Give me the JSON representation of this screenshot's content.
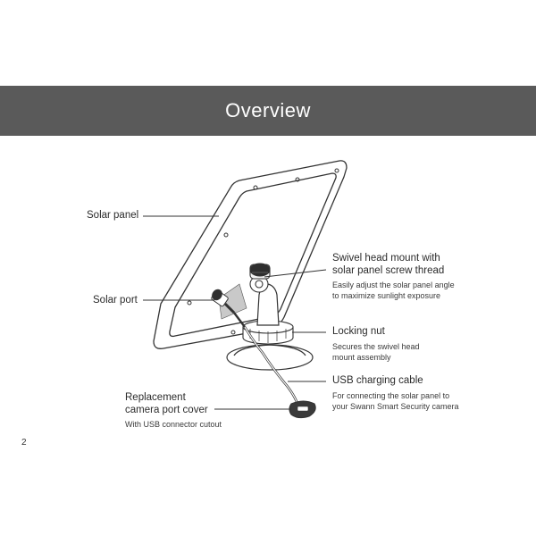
{
  "header": {
    "title": "Overview"
  },
  "callouts": {
    "solar_panel": {
      "title": "Solar panel"
    },
    "solar_port": {
      "title": "Solar port"
    },
    "swivel": {
      "title_line1": "Swivel head mount with",
      "title_line2": "solar panel screw thread",
      "desc_line1": "Easily adjust the solar panel angle",
      "desc_line2": "to maximize sunlight exposure"
    },
    "locking_nut": {
      "title": "Locking nut",
      "desc_line1": "Secures the swivel head",
      "desc_line2": "mount assembly"
    },
    "usb_cable": {
      "title": "USB charging cable",
      "desc_line1": "For connecting the solar panel to",
      "desc_line2": "your Swann Smart Security camera"
    },
    "port_cover": {
      "title_line1": "Replacement",
      "title_line2": "camera port cover",
      "desc": "With USB connector cutout"
    }
  },
  "footer": {
    "page_number": "2"
  },
  "colors": {
    "banner": "#5a5a5a",
    "line": "#333333"
  }
}
